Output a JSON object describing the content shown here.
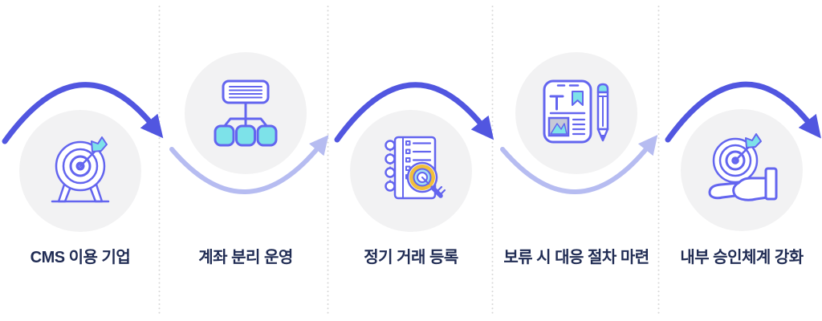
{
  "diagram": {
    "type": "process-flow",
    "direction": "left-to-right",
    "step_count": 5
  },
  "steps": [
    {
      "label": "CMS 이용 기업",
      "icon": "dartboard-target-icon"
    },
    {
      "label": "계좌 분리 운영",
      "icon": "org-chart-icon"
    },
    {
      "label": "정기 거래 등록",
      "icon": "ledger-magnifier-icon"
    },
    {
      "label": "보류 시 대응 절차 마련",
      "icon": "clipboard-pencil-icon"
    },
    {
      "label": "내부 승인체계 강화",
      "icon": "hand-holding-target-icon"
    }
  ],
  "colors": {
    "accent": "#5156e0",
    "accent_light": "#b6bcf1",
    "icon_stroke": "#6365ef",
    "cyan": "#7de2e9",
    "lens_blue": "#a5dff3",
    "yellow": "#f1bf3b",
    "img_gray": "#c6c9d6",
    "circle_bg": "#f2f2f3",
    "label_text": "#202c54",
    "divider": "#d8d8d8"
  }
}
